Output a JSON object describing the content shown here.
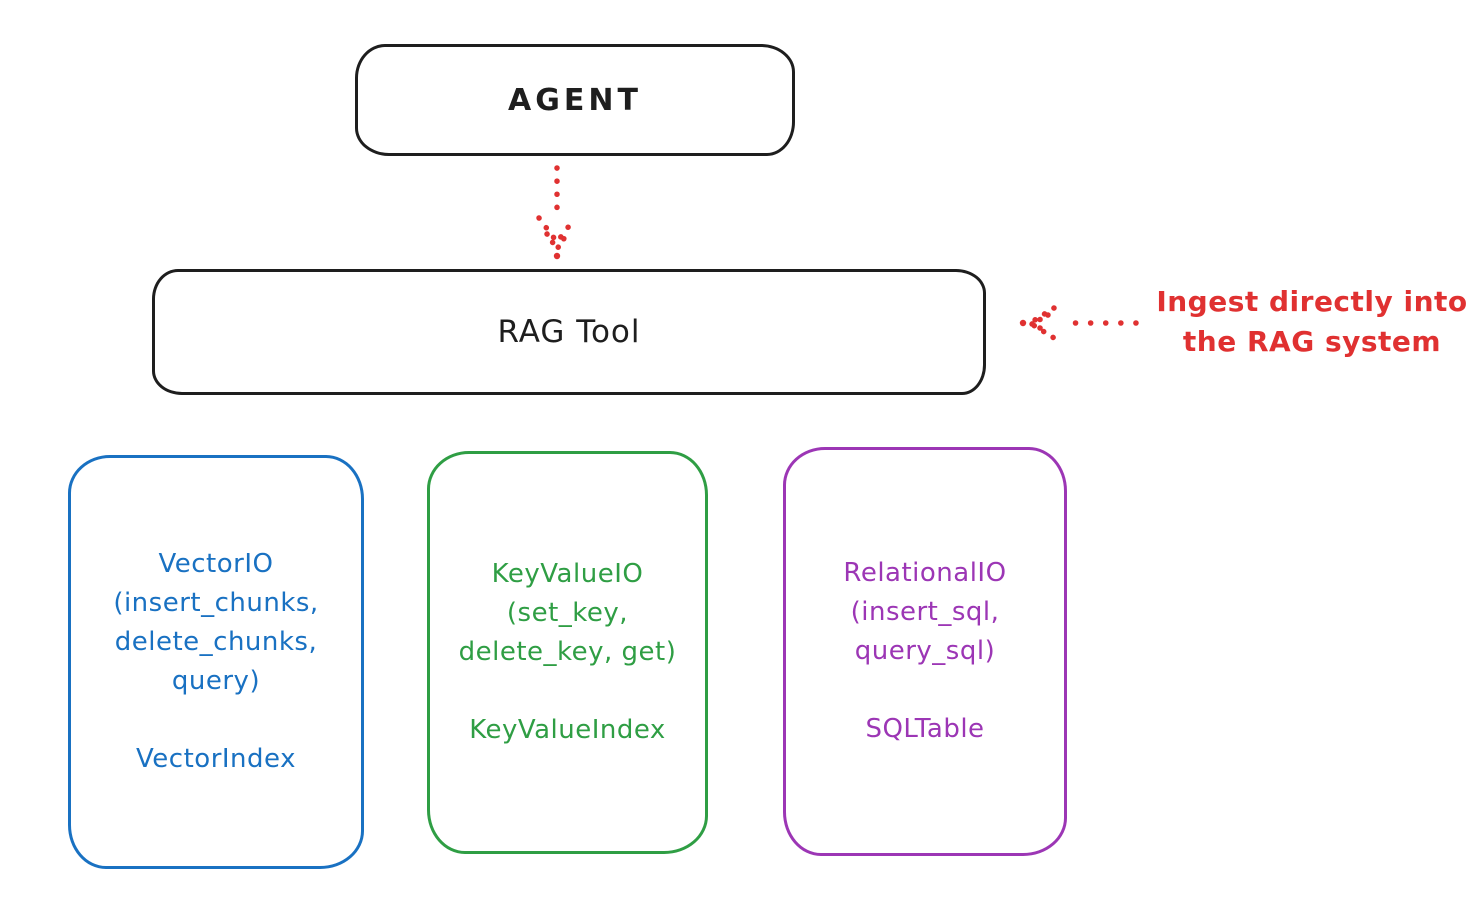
{
  "diagram": {
    "background": "#ffffff",
    "stroke_color": "#1e1e1e",
    "accent_red": "#e03131",
    "agent_box": {
      "label": "AGENT"
    },
    "rag_box": {
      "label": "RAG Tool"
    },
    "agent_to_rag_arrow": {
      "direction": "down",
      "style": "dotted",
      "color": "#e03131"
    },
    "ingest_annotation": {
      "arrow_direction": "left",
      "arrow_style": "dotted",
      "color": "#e03131",
      "line1": "Ingest directly into",
      "line2": "the RAG system"
    },
    "storage_cards": [
      {
        "id": "vector-io",
        "color": "#1971c2",
        "io_lines": [
          "VectorIO",
          "(insert_chunks,",
          "delete_chunks,",
          "query)"
        ],
        "index_label": "VectorIndex"
      },
      {
        "id": "keyvalue-io",
        "color": "#2f9e44",
        "io_lines": [
          "KeyValueIO",
          "(set_key,",
          "delete_key, get)"
        ],
        "index_label": "KeyValueIndex"
      },
      {
        "id": "relational-io",
        "color": "#9c36b5",
        "io_lines": [
          "RelationalIO",
          "(insert_sql,",
          "query_sql)"
        ],
        "index_label": "SQLTable"
      }
    ]
  }
}
